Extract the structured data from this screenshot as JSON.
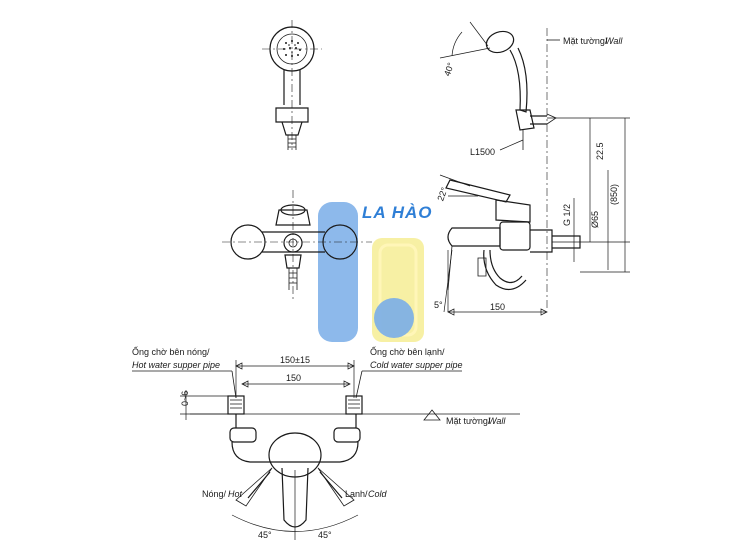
{
  "labels": {
    "wall_top": "Mặt tường/",
    "wall_top_en": "Wall",
    "wall_bottom": "Mặt tường/",
    "wall_bottom_en": "Wall",
    "hose": "L1500",
    "dim_225": "22.5",
    "dim_850": "(850)",
    "dim_d65": "Ø65",
    "dim_g12": "G 1/2",
    "dim_150_side": "150",
    "angle_40": "40°",
    "angle_22": "22°",
    "angle_5": "5°",
    "hot_pipe_vi": "Ống chờ bên nóng/",
    "hot_pipe_en": "Hot water supper pipe",
    "cold_pipe_vi": "Ống chờ bên lạnh/",
    "cold_pipe_en": "Cold water supper pipe",
    "dim_150_15": "150±15",
    "dim_150_bottom": "150",
    "dim_0_6": "0~6",
    "hot_vi": "Nóng/",
    "hot_en": "Hot",
    "cold_vi": "Lạnh/",
    "cold_en": "Cold",
    "angle_45_left": "45°",
    "angle_45_right": "45°"
  },
  "watermark": {
    "text": "LA HÀO",
    "blue": "#6fa8e6",
    "yellow": "#f6ee9a"
  }
}
